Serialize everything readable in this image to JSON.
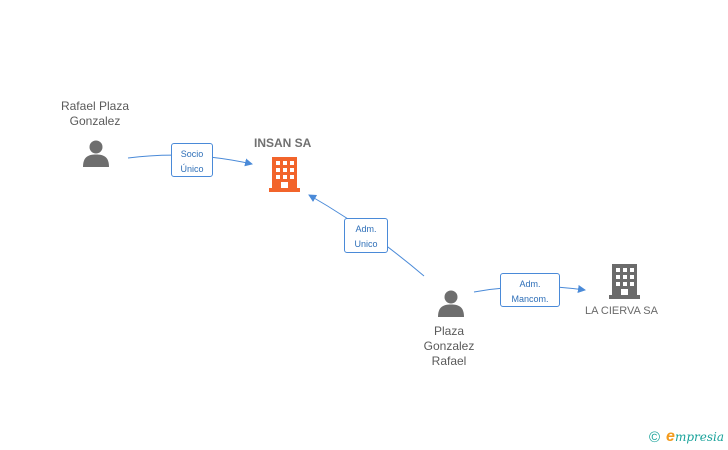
{
  "nodes": {
    "person1": {
      "name": "Rafael Plaza Gonzalez",
      "line1": "Rafael Plaza",
      "line2": "Gonzalez"
    },
    "insan": {
      "name": "INSAN SA",
      "color": "#f2642b"
    },
    "person2": {
      "line1": "Plaza",
      "line2": "Gonzalez",
      "line3": "Rafael"
    },
    "lacierva": {
      "name": "LA CIERVA SA",
      "color": "#6b6b6b"
    }
  },
  "edges": {
    "socio": {
      "line1": "Socio",
      "line2": "Único"
    },
    "adm_unico": {
      "line1": "Adm.",
      "line2": "Unico"
    },
    "adm_mancom": {
      "line1": "Adm.",
      "line2": "Mancom."
    }
  },
  "footer": {
    "copyright": "©",
    "brand_e": "e",
    "brand_rest": "mpresia"
  },
  "colors": {
    "edge": "#4a8ad8",
    "person": "#6e6e6e"
  }
}
